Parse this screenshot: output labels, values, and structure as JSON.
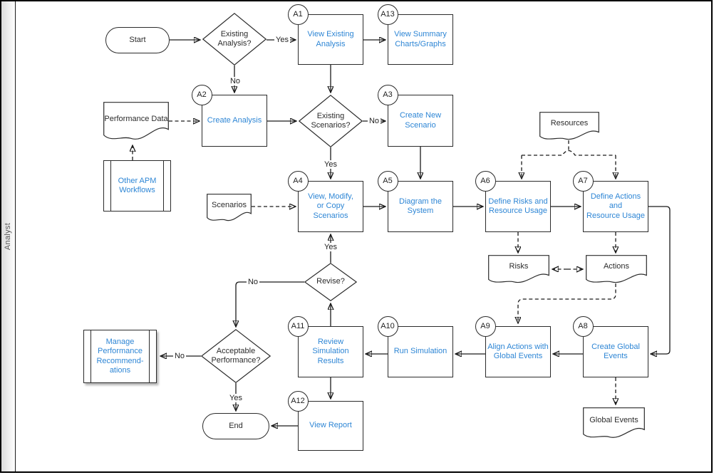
{
  "swimlane": {
    "label": "Analyst"
  },
  "colors": {
    "accent_blue": "#2E86D5",
    "line": "#1a1a1a",
    "lane_gray": "#dcdcdc"
  },
  "nodes": {
    "start": {
      "label": "Start"
    },
    "d_existing_analysis": {
      "label": "Existing\nAnalysis?"
    },
    "a1": {
      "badge": "A1",
      "label": "View Existing\nAnalysis"
    },
    "a13": {
      "badge": "A13",
      "label": "View Summary\nCharts/Graphs"
    },
    "performance_data": {
      "label": "Performance Data"
    },
    "a2": {
      "badge": "A2",
      "label": "Create Analysis"
    },
    "d_existing_scenarios": {
      "label": "Existing\nScenarios?"
    },
    "a3": {
      "badge": "A3",
      "label": "Create New\nScenario"
    },
    "other_apm_workflows": {
      "label": "Other APM\nWorkflows"
    },
    "scenarios": {
      "label": "Scenarios"
    },
    "a4": {
      "badge": "A4",
      "label": "View, Modify,\nor Copy\nScenarios"
    },
    "a5": {
      "badge": "A5",
      "label": "Diagram the\nSystem"
    },
    "a6": {
      "badge": "A6",
      "label": "Define Risks and\nResource Usage"
    },
    "a7": {
      "badge": "A7",
      "label": "Define Actions\nand\nResource Usage"
    },
    "resources": {
      "label": "Resources"
    },
    "risks": {
      "label": "Risks"
    },
    "actions": {
      "label": "Actions"
    },
    "d_revise": {
      "label": "Revise?"
    },
    "a11": {
      "badge": "A11",
      "label": "Review Simulation\nResults"
    },
    "a10": {
      "badge": "A10",
      "label": "Run Simulation"
    },
    "a9": {
      "badge": "A9",
      "label": "Align Actions with\nGlobal Events"
    },
    "a8": {
      "badge": "A8",
      "label": "Create Global\nEvents"
    },
    "d_acceptable_performance": {
      "label": "Acceptable\nPerformance?"
    },
    "manage_performance_recommendations": {
      "label": "Manage\nPerformance\nRecommend-\nations"
    },
    "end": {
      "label": "End"
    },
    "a12": {
      "badge": "A12",
      "label": "View Report"
    },
    "global_events": {
      "label": "Global Events"
    }
  },
  "labels": {
    "d1_yes": "Yes",
    "d1_no": "No",
    "d2_no": "No",
    "d2_yes": "Yes",
    "revise_yes": "Yes",
    "revise_no": "No",
    "accperf_no": "No",
    "accperf_yes": "Yes"
  }
}
